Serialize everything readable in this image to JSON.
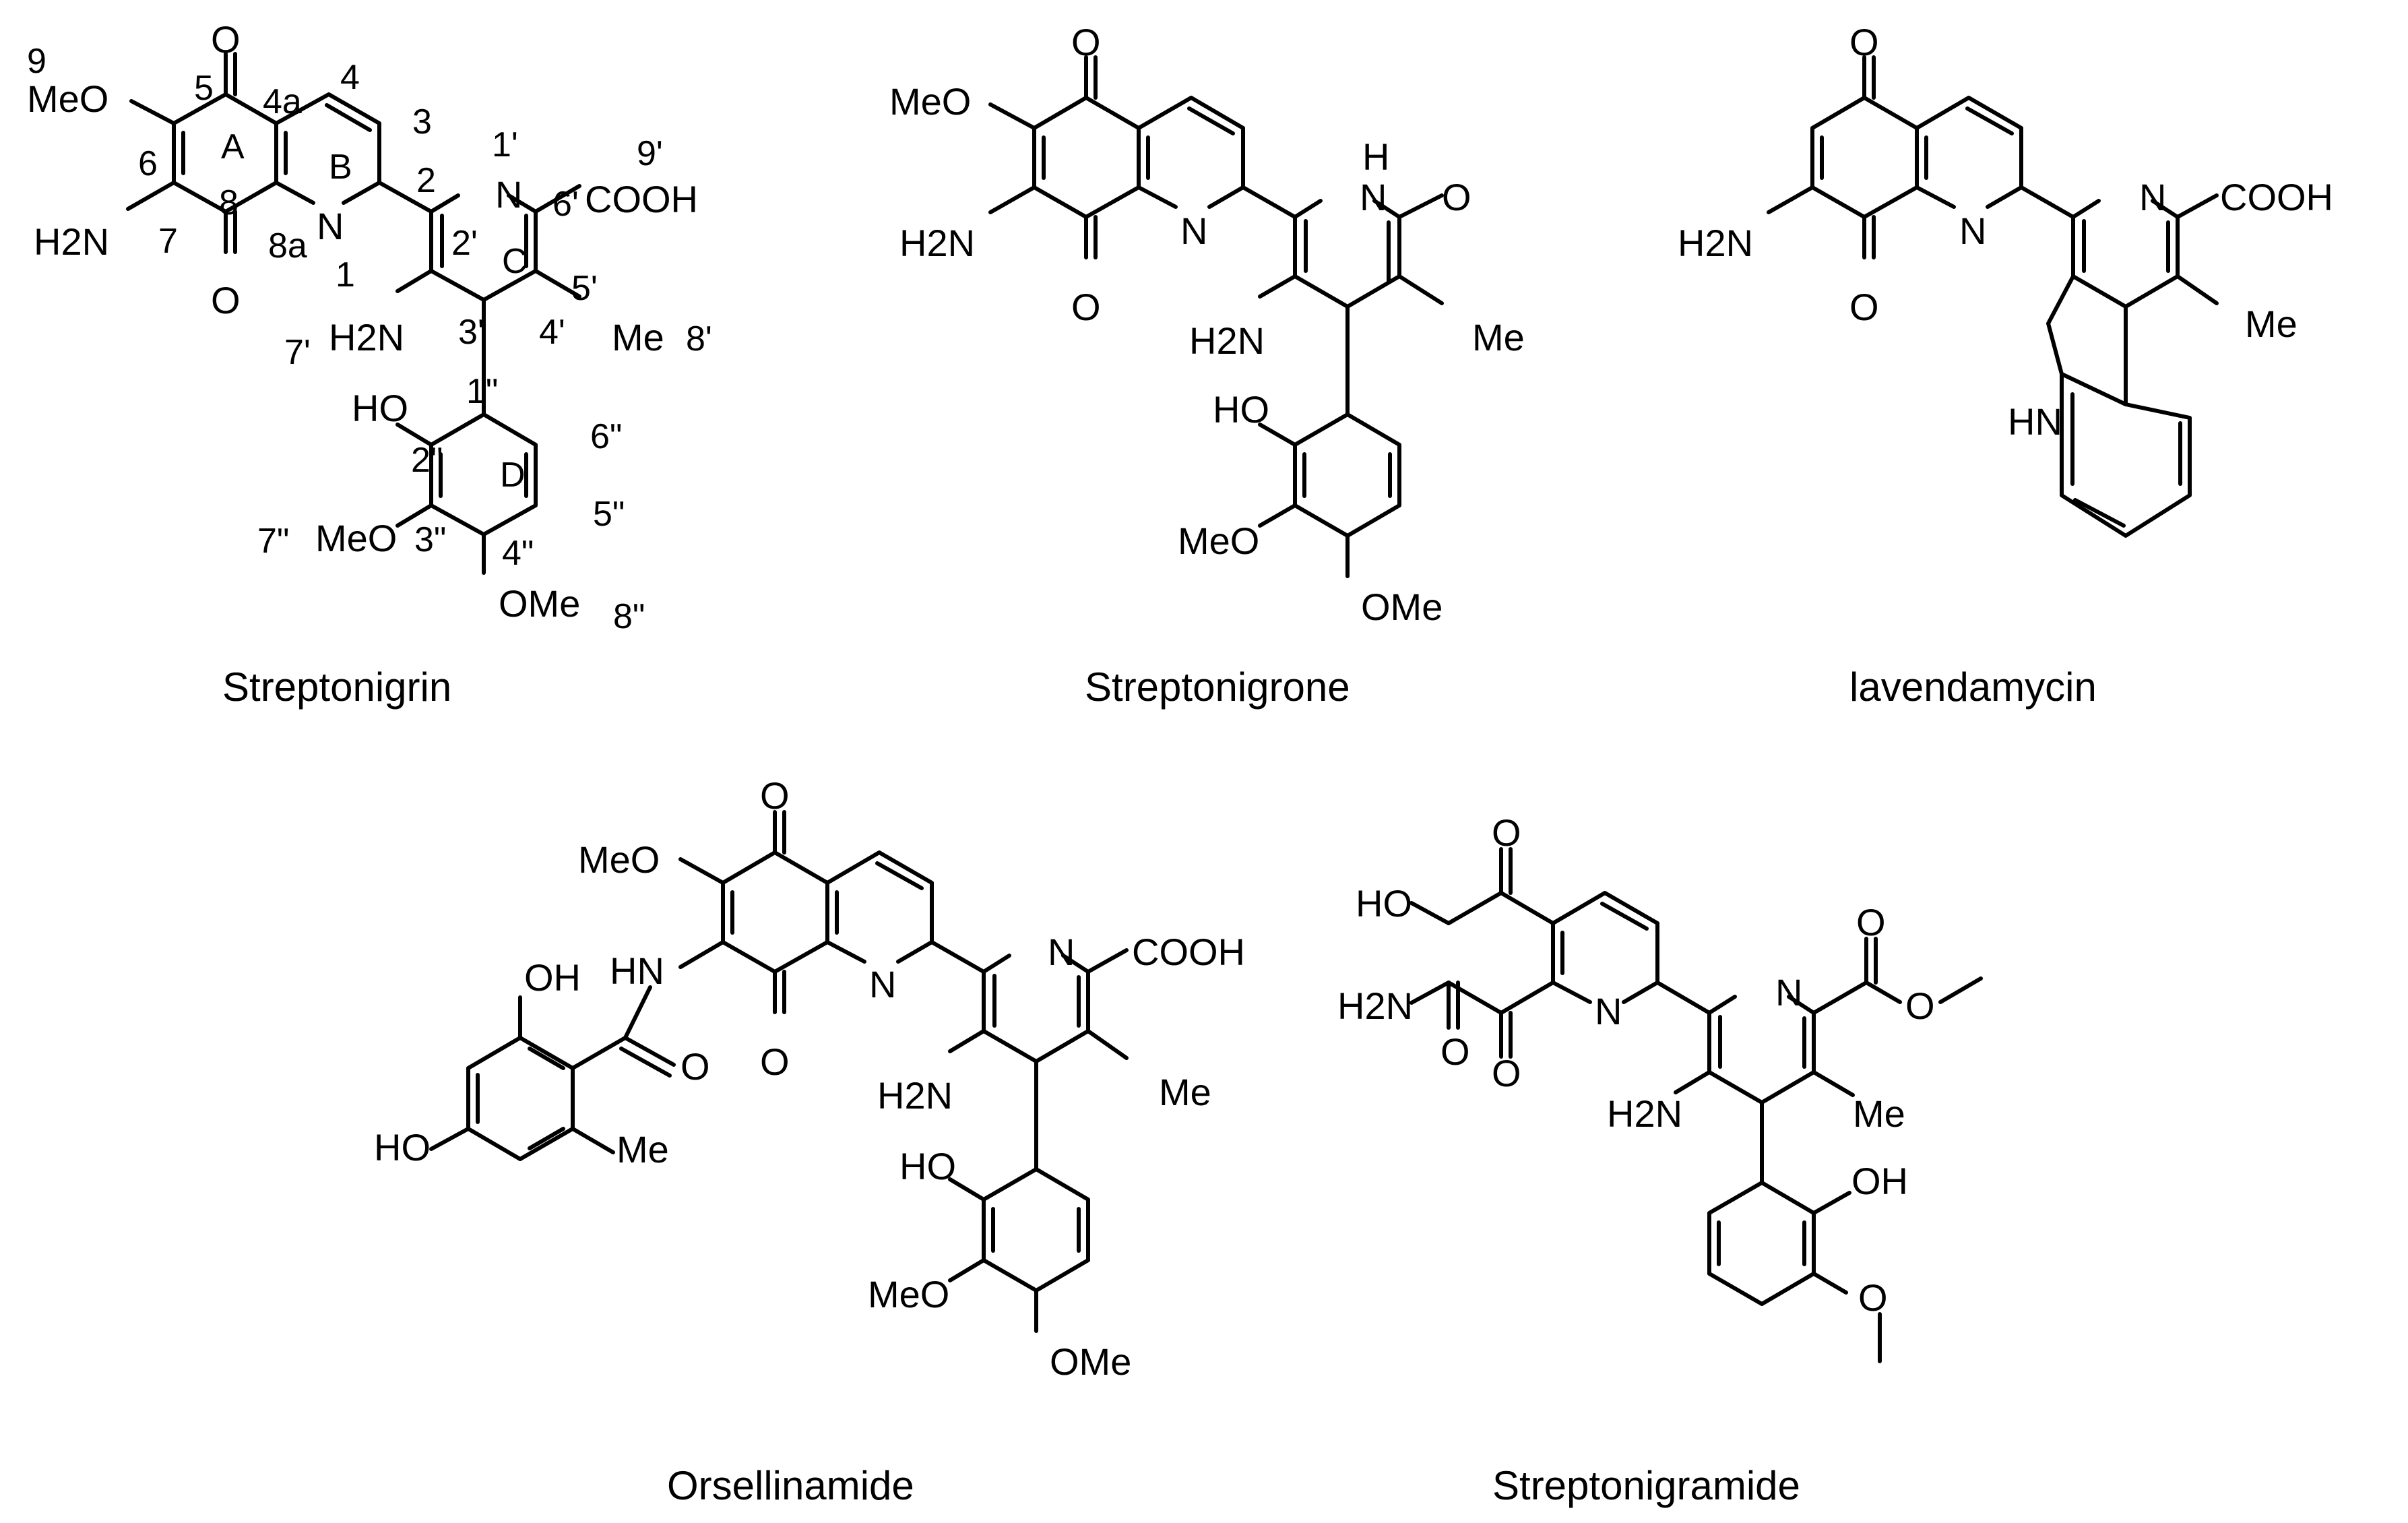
{
  "figure": {
    "compounds": [
      {
        "name": "Streptonigrin",
        "atoms": {
          "o_top": "O",
          "methoxy": "MeO",
          "amino": "H2N",
          "o_bottom": "O",
          "n1": "N",
          "n1p": "N",
          "cooh": "COOH",
          "me": "Me",
          "nh2": "H2N",
          "oh": "HO",
          "meo_d": "MeO",
          "ome": "OMe"
        },
        "rings": [
          "A",
          "B",
          "C",
          "D"
        ],
        "numbering": [
          "9",
          "5",
          "4a",
          "4",
          "3",
          "6",
          "2",
          "1'",
          "9'",
          "6'",
          "7",
          "8",
          "8a",
          "2'",
          "1",
          "5'",
          "3'",
          "4'",
          "8'",
          "7'",
          "1\"",
          "6\"",
          "2\"",
          "5\"",
          "7\"",
          "3\"",
          "4\"",
          "8\""
        ]
      },
      {
        "name": "Streptonigrone",
        "atoms": {
          "o_top": "O",
          "methoxy": "MeO",
          "amino": "H2N",
          "o_bottom": "O",
          "n1": "N",
          "h": "H",
          "n1p": "N",
          "o_lactam": "O",
          "me": "Me",
          "nh2": "H2N",
          "oh": "HO",
          "meo_d": "MeO",
          "ome": "OMe"
        }
      },
      {
        "name": "lavendamycin",
        "atoms": {
          "o_top": "O",
          "amino": "H2N",
          "o_bottom": "O",
          "n1": "N",
          "n1p": "N",
          "cooh": "COOH",
          "me": "Me",
          "hn": "HN"
        }
      },
      {
        "name": "Orsellinamide",
        "atoms": {
          "o_top": "O",
          "methoxy": "MeO",
          "hn": "HN",
          "o_bottom": "O",
          "n1": "N",
          "n1p": "N",
          "cooh": "COOH",
          "me": "Me",
          "nh2": "H2N",
          "oh_ors": "OH",
          "o_amide": "O",
          "ho_ors": "HO",
          "me_ors": "Me",
          "oh": "HO",
          "meo_d": "MeO",
          "ome": "OMe"
        }
      },
      {
        "name": "Streptonigramide",
        "atoms": {
          "ho": "HO",
          "o_ketone": "O",
          "h2n_amide": "H2N",
          "o_amide": "O",
          "o_keto2": "O",
          "n1": "N",
          "n1p": "N",
          "o_ester": "O",
          "o_ester2": "O",
          "nh2": "H2N",
          "me": "Me",
          "oh": "OH",
          "o_meth": "O"
        }
      }
    ]
  }
}
